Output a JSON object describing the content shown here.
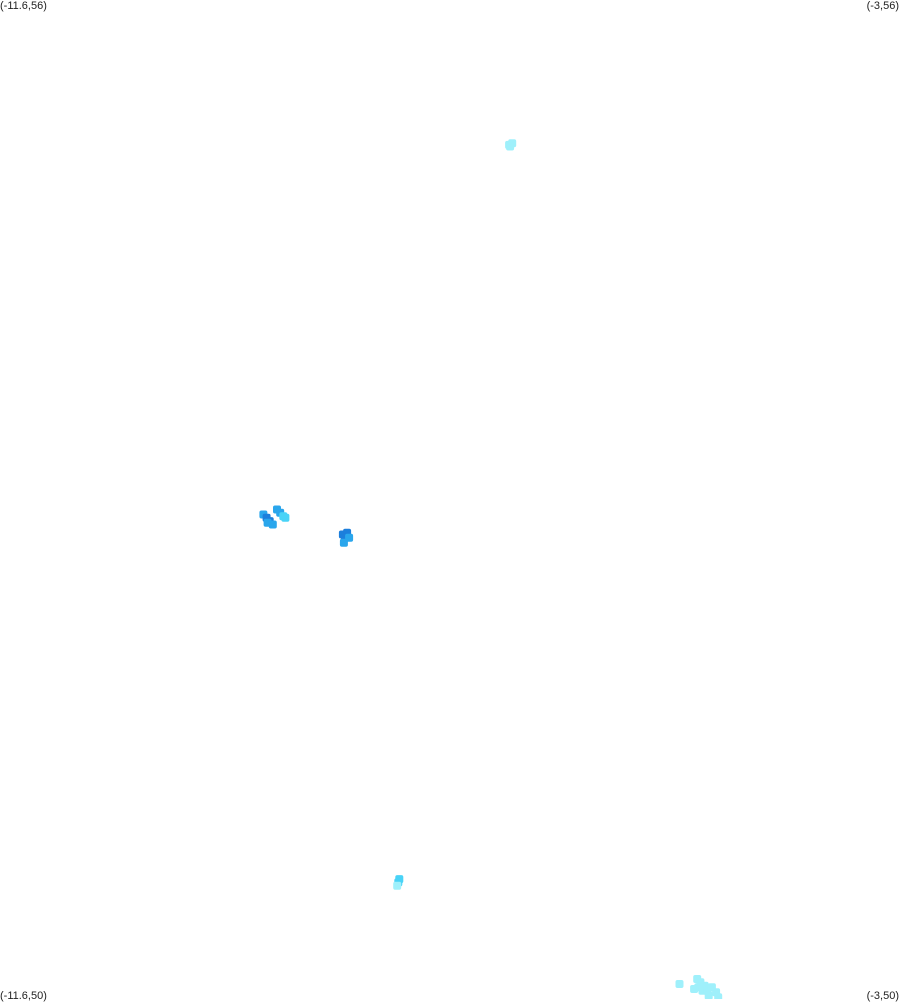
{
  "corners": {
    "top_left": "(-11.6,56)",
    "top_right": "(-3,56)",
    "bottom_left": "(-11.6,50)",
    "bottom_right": "(-3,50)"
  },
  "extent": {
    "lon_min": -11.6,
    "lon_max": -3,
    "lat_min": 50,
    "lat_max": 56
  },
  "colors": {
    "light_cyan": "#9ff0fb",
    "cyan": "#49d3f7",
    "sky_blue": "#2aa6ec",
    "blue": "#1c7fdc"
  },
  "clusters": [
    {
      "id": "north",
      "points": [
        {
          "lon": -6.73,
          "lat": 55.13,
          "level": "light_cyan"
        },
        {
          "lon": -6.7,
          "lat": 55.14,
          "level": "light_cyan"
        },
        {
          "lon": -6.72,
          "lat": 55.12,
          "level": "light_cyan"
        }
      ]
    },
    {
      "id": "west-pair-a",
      "points": [
        {
          "lon": -9.08,
          "lat": 52.91,
          "level": "sky_blue"
        },
        {
          "lon": -9.05,
          "lat": 52.89,
          "level": "blue"
        },
        {
          "lon": -9.02,
          "lat": 52.87,
          "level": "blue"
        },
        {
          "lon": -8.99,
          "lat": 52.85,
          "level": "sky_blue"
        },
        {
          "lon": -9.04,
          "lat": 52.86,
          "level": "sky_blue"
        }
      ]
    },
    {
      "id": "west-pair-b",
      "points": [
        {
          "lon": -8.95,
          "lat": 52.94,
          "level": "sky_blue"
        },
        {
          "lon": -8.92,
          "lat": 52.92,
          "level": "sky_blue"
        },
        {
          "lon": -8.89,
          "lat": 52.9,
          "level": "cyan"
        },
        {
          "lon": -8.87,
          "lat": 52.89,
          "level": "cyan"
        }
      ]
    },
    {
      "id": "central",
      "points": [
        {
          "lon": -8.32,
          "lat": 52.79,
          "level": "blue"
        },
        {
          "lon": -8.28,
          "lat": 52.8,
          "level": "blue"
        },
        {
          "lon": -8.3,
          "lat": 52.77,
          "level": "blue"
        },
        {
          "lon": -8.26,
          "lat": 52.77,
          "level": "sky_blue"
        },
        {
          "lon": -8.31,
          "lat": 52.74,
          "level": "sky_blue"
        }
      ]
    },
    {
      "id": "south",
      "points": [
        {
          "lon": -7.78,
          "lat": 50.72,
          "level": "cyan"
        },
        {
          "lon": -7.79,
          "lat": 50.7,
          "level": "cyan"
        },
        {
          "lon": -7.8,
          "lat": 50.68,
          "level": "light_cyan"
        }
      ]
    },
    {
      "id": "southeast",
      "points": [
        {
          "lon": -4.93,
          "lat": 50.12,
          "level": "light_cyan"
        },
        {
          "lon": -4.9,
          "lat": 50.1,
          "level": "light_cyan"
        },
        {
          "lon": -4.86,
          "lat": 50.08,
          "level": "light_cyan"
        },
        {
          "lon": -4.92,
          "lat": 50.07,
          "level": "light_cyan"
        },
        {
          "lon": -4.88,
          "lat": 50.05,
          "level": "light_cyan"
        },
        {
          "lon": -4.83,
          "lat": 50.05,
          "level": "light_cyan"
        },
        {
          "lon": -4.79,
          "lat": 50.07,
          "level": "light_cyan"
        },
        {
          "lon": -4.75,
          "lat": 50.04,
          "level": "light_cyan"
        },
        {
          "lon": -4.96,
          "lat": 50.06,
          "level": "light_cyan"
        },
        {
          "lon": -5.1,
          "lat": 50.09,
          "level": "light_cyan"
        },
        {
          "lon": -4.82,
          "lat": 50.02,
          "level": "light_cyan"
        },
        {
          "lon": -4.73,
          "lat": 50.01,
          "level": "light_cyan"
        }
      ]
    }
  ]
}
